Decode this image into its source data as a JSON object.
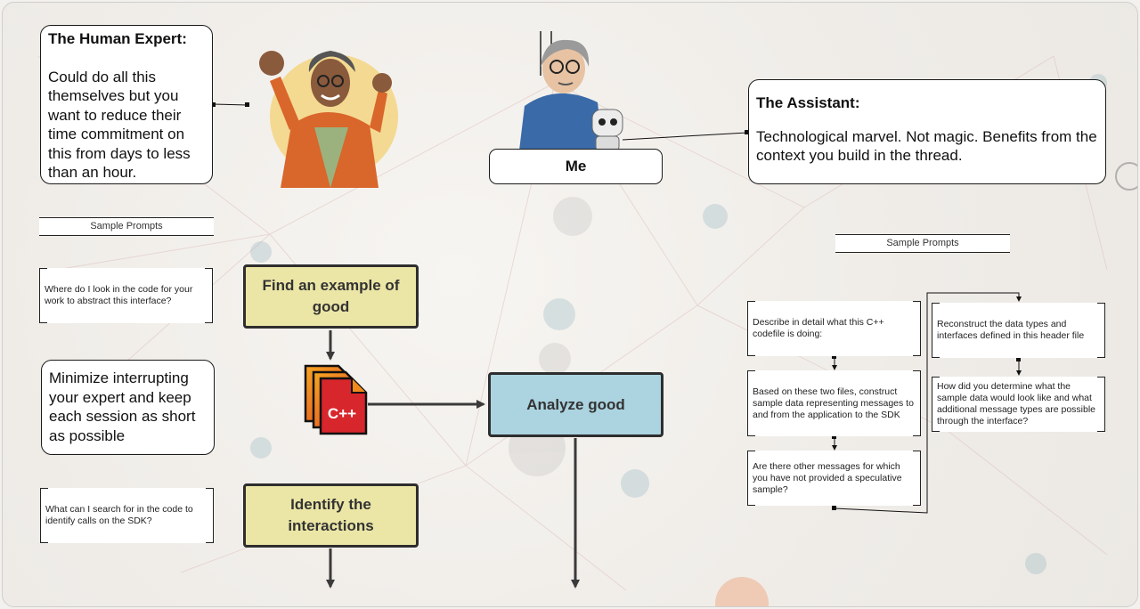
{
  "human_expert": {
    "title": "The Human Expert:",
    "body": "Could do all this themselves but you want to reduce their time commitment on this from days to less than an hour."
  },
  "assistant": {
    "title": "The Assistant:",
    "body": "Technological marvel. Not magic. Benefits from the context you build in the thread."
  },
  "me": {
    "label": "Me"
  },
  "advice": {
    "text": "Minimize interrupting your expert and keep each session as short as possible"
  },
  "left_prompts": {
    "header": "Sample Prompts",
    "items": [
      "Where do I look in the code for your work to abstract this interface?",
      "What can I search for in the code to identify calls on the SDK?"
    ]
  },
  "right_prompts": {
    "header": "Sample Prompts",
    "items": [
      "Describe in detail what this C++ codefile is doing:",
      "Based on these two files, construct sample data representing messages to and from the application to the SDK",
      "Are there other messages for which you have not provided a speculative sample?",
      "Reconstruct the data types and interfaces defined in this header file",
      "How did you determine what the sample data would look like and what additional message types are possible through the interface?"
    ]
  },
  "flow": {
    "find_good": "Find an example of good",
    "analyze_good": "Analyze good",
    "identify": "Identify the interactions",
    "file_icon_label": "C++"
  },
  "colors": {
    "process_yellow": "#ebe6a6",
    "process_blue": "#abd3e0",
    "icon_orange": "#f08a1c",
    "icon_red": "#d7262c"
  }
}
